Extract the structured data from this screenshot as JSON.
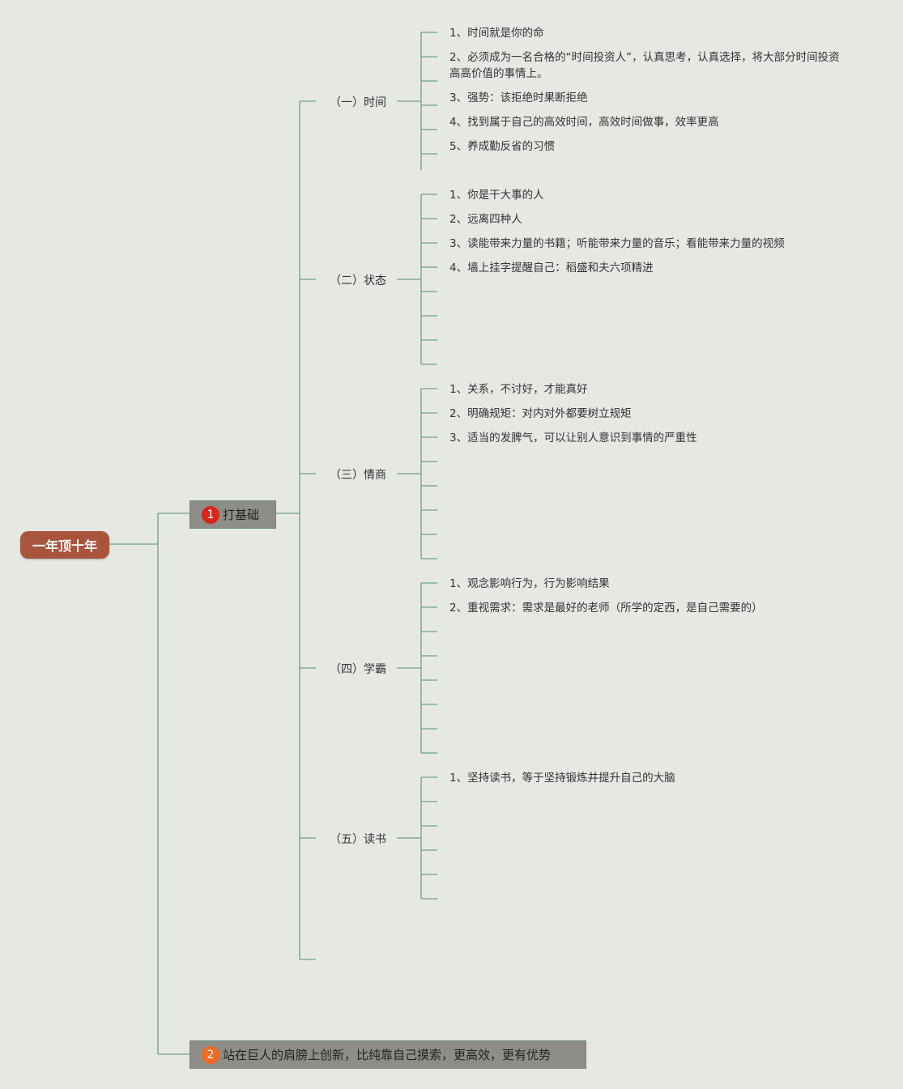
{
  "root": {
    "label": "一年顶十年"
  },
  "branches": [
    {
      "num": "1",
      "label": "打基础",
      "num_color": "#d8261e"
    },
    {
      "num": "2",
      "label": "站在巨人的肩膀上创新，比纯靠自己摸索，更高效，更有优势",
      "num_color": "#ee6a22"
    }
  ],
  "categories": [
    {
      "label": "（一）时间",
      "items": [
        "1、时间就是你的命",
        "2、必须成为一名合格的“时间投资人”，认真思考，认真选择，将大部分时间投资",
        "3、强势：该拒绝时果断拒绝",
        "4、找到属于自己的高效时间，高效时间做事，效率更高",
        "5、养成勤反省的习惯"
      ],
      "item2_line2": "高高价值的事情上。"
    },
    {
      "label": "（二）状态",
      "items": [
        "1、你是干大事的人",
        "2、远离四种人",
        "3、读能带来力量的书籍；听能带来力量的音乐；看能带来力量的视频",
        "4、墙上挂字提醒自己：稻盛和夫六项精进"
      ]
    },
    {
      "label": "（三）情商",
      "items": [
        "1、关系，不讨好，才能真好",
        "2、明确规矩：对内对外都要树立规矩",
        "3、适当的发脾气，可以让别人意识到事情的严重性"
      ]
    },
    {
      "label": "（四）学霸",
      "items": [
        "1、观念影响行为，行为影响结果",
        "2、重视需求：需求是最好的老师（所学的定西，是自己需要的）"
      ]
    },
    {
      "label": "（五）读书",
      "items": [
        "1、坚持读书，等于坚持锻炼并提升自己的大脑"
      ]
    }
  ],
  "colors": {
    "line": "#6f9e8c",
    "background": "#e6e8e4",
    "root": "#a9553e",
    "branch": "#8e8d88"
  }
}
